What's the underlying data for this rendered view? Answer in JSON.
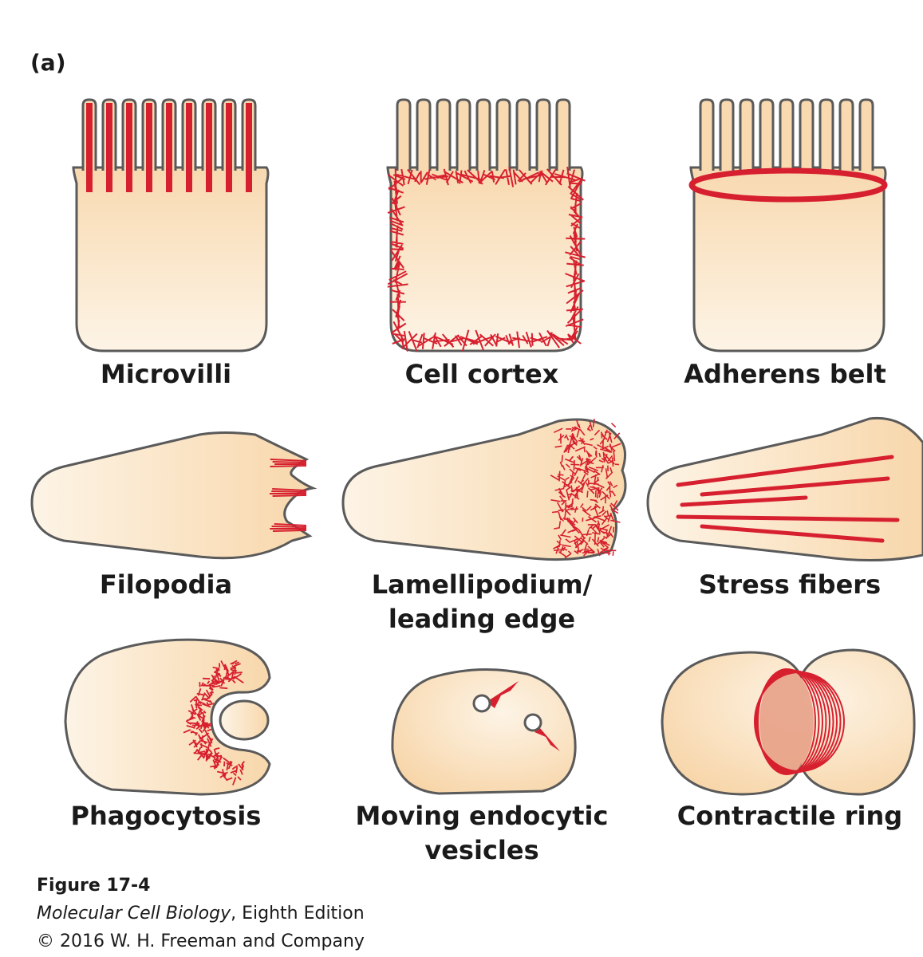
{
  "panel_label": "(a)",
  "cells": [
    {
      "id": "microvilli",
      "caption": "Microvilli"
    },
    {
      "id": "cell-cortex",
      "caption": "Cell cortex"
    },
    {
      "id": "adherens-belt",
      "caption": "Adherens belt"
    },
    {
      "id": "filopodia",
      "caption": "Filopodia"
    },
    {
      "id": "lamellipodium",
      "caption_line1": "Lamellipodium/",
      "caption_line2": "leading edge"
    },
    {
      "id": "stress-fibers",
      "caption": "Stress fibers"
    },
    {
      "id": "phagocytosis",
      "caption": "Phagocytosis"
    },
    {
      "id": "endocytic-vesicles",
      "caption_line1": "Moving endocytic",
      "caption_line2": "vesicles"
    },
    {
      "id": "contractile-ring",
      "caption": "Contractile ring"
    }
  ],
  "credit": {
    "figure": "Figure 17-4",
    "book_title": "Molecular Cell Biology",
    "book_rest": ", Eighth Edition",
    "copyright": "© 2016 W. H. Freeman and Company"
  },
  "colors": {
    "cell_fill": "#f9dfbb",
    "cell_fill_light": "#fdf4e6",
    "outline": "#5a5a5a",
    "actin": "#d7202f"
  }
}
